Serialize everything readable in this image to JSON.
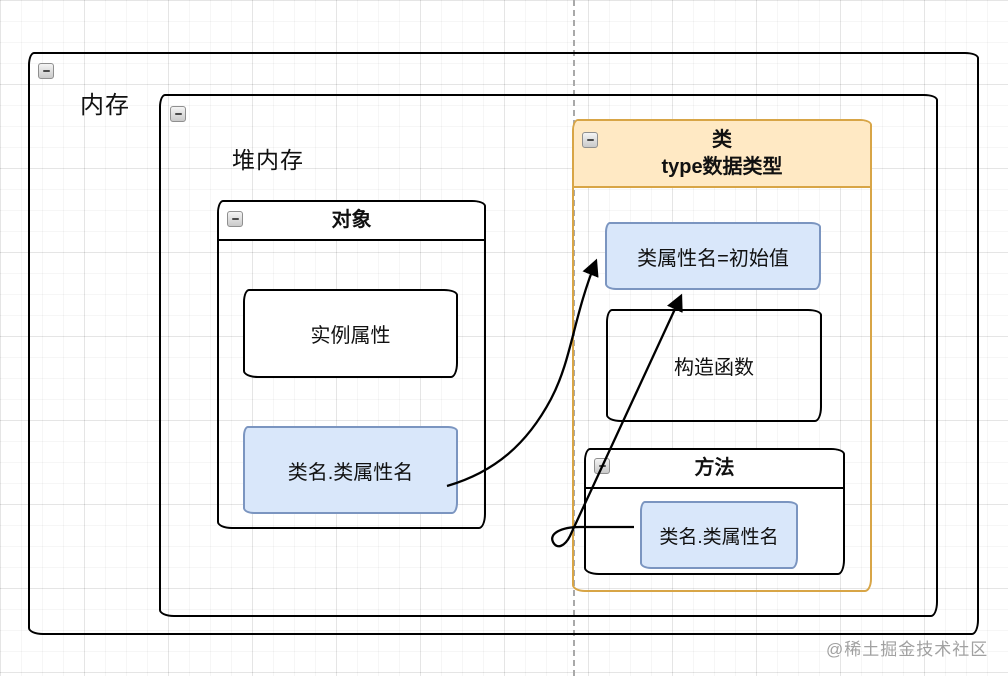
{
  "diagram": {
    "memory": {
      "label": "内存"
    },
    "heap": {
      "label": "堆内存"
    },
    "object_lane": {
      "title": "对象",
      "instance_attrs": "实例属性",
      "class_attr_ref": "类名.类属性名"
    },
    "class_lane": {
      "title_line1": "类",
      "title_line2": "type数据类型",
      "class_attr_init": "类属性名=初始值",
      "constructor": "构造函数",
      "methods": {
        "title": "方法",
        "class_attr_ref": "类名.类属性名"
      }
    }
  },
  "watermark": "@稀土掘金技术社区",
  "colors": {
    "blue_fill": "#d9e7fa",
    "blue_border": "#7b95c0",
    "class_header_fill": "#ffe9c4",
    "class_border": "#d8a546",
    "stroke": "#000000",
    "dashed_line": "#a9a9a9",
    "watermark_gray": "#8a8a8a"
  }
}
